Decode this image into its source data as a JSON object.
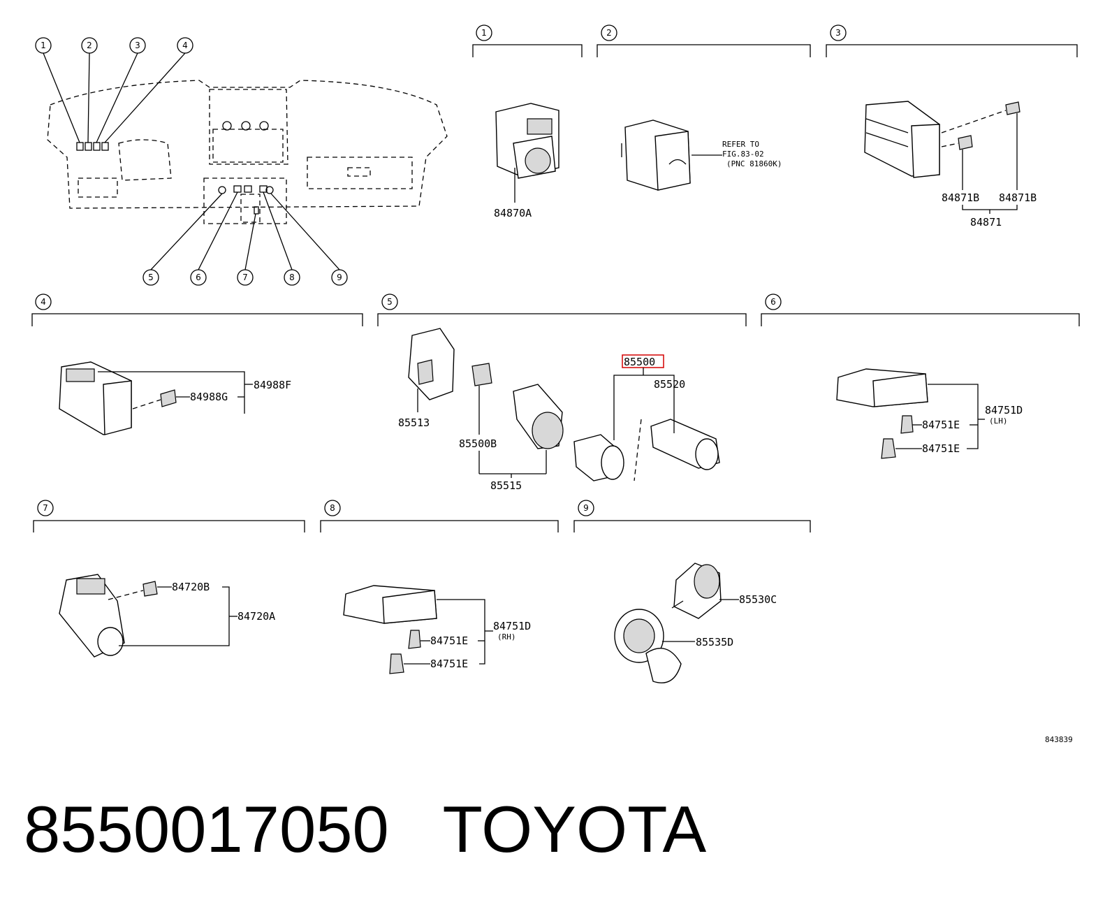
{
  "footer": {
    "part_number": "8550017050",
    "brand": "TOYOTA"
  },
  "figure_code": "843839",
  "callouts": [
    "1",
    "2",
    "3",
    "4",
    "5",
    "6",
    "7",
    "8",
    "9"
  ],
  "sections": {
    "s1": {
      "callout": "1",
      "labels": [
        "84870A"
      ]
    },
    "s2": {
      "callout": "2",
      "refer": [
        "REFER TO",
        "FIG.83-02",
        "(PNC 81860K)"
      ]
    },
    "s3": {
      "callout": "3",
      "labels": [
        "84871B",
        "84871B",
        "84871"
      ]
    },
    "s4": {
      "callout": "4",
      "labels": [
        "84988F",
        "84988G"
      ]
    },
    "s5": {
      "callout": "5",
      "highlighted": "85500",
      "labels": [
        "85520",
        "85513",
        "85500B",
        "85515"
      ]
    },
    "s6": {
      "callout": "6",
      "labels": [
        "84751D",
        "(LH)",
        "84751E",
        "84751E"
      ]
    },
    "s7": {
      "callout": "7",
      "labels": [
        "84720B",
        "84720A"
      ]
    },
    "s8": {
      "callout": "8",
      "labels": [
        "84751D",
        "(RH)",
        "84751E",
        "84751E"
      ]
    },
    "s9": {
      "callout": "9",
      "labels": [
        "85530C",
        "85535D"
      ]
    }
  }
}
